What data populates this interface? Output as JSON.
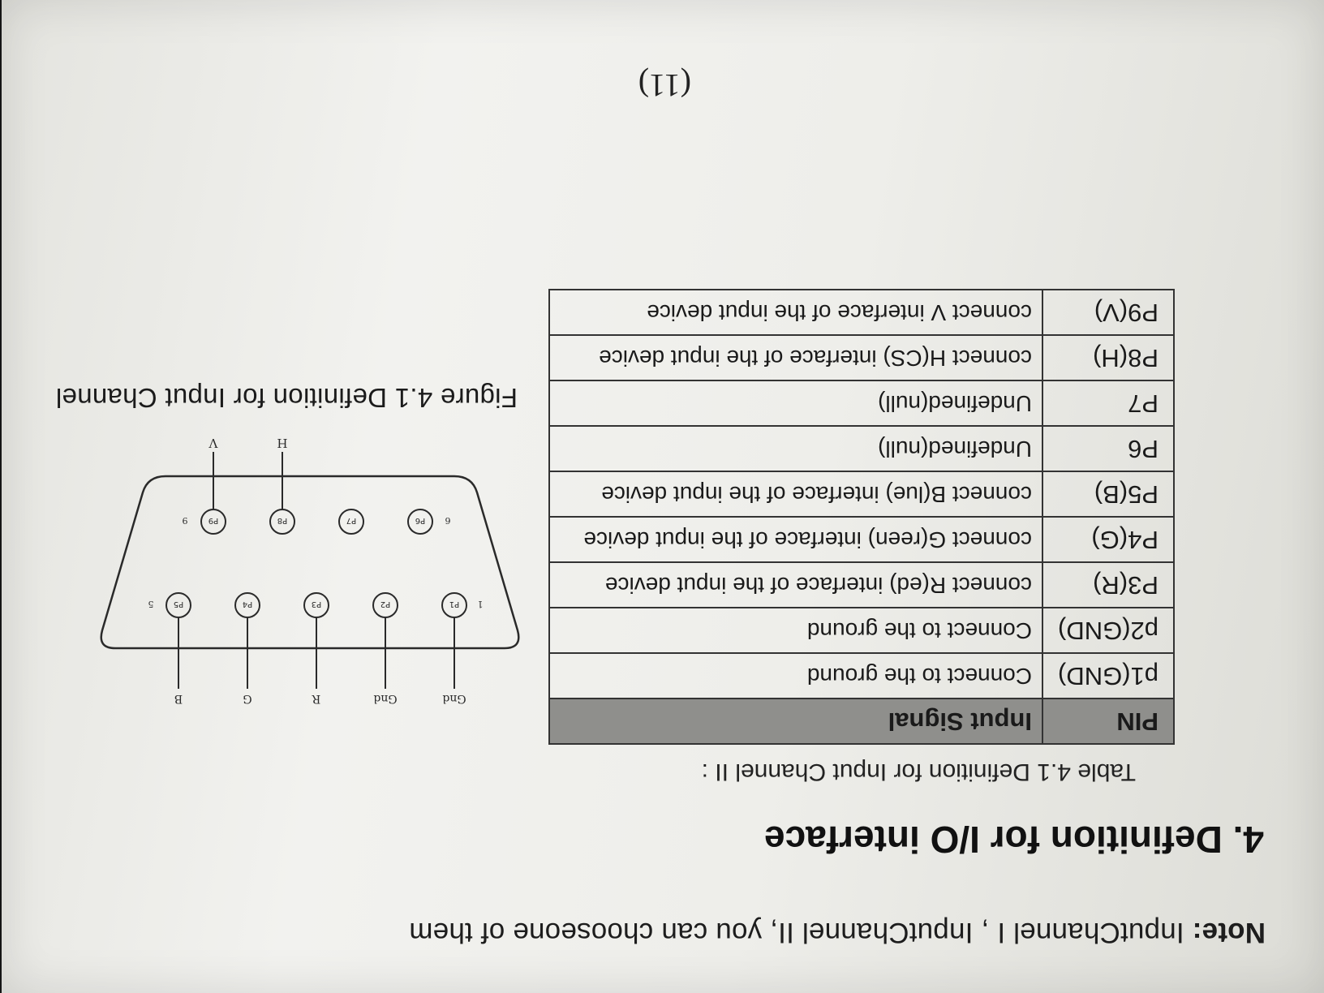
{
  "note": {
    "label": "Note:",
    "text": " InputChannel I , InputChannel II, you can chooseone of them"
  },
  "heading": "4. Definition for I/O interface",
  "table_caption": "Table 4.1 Definition for Input Channel II :",
  "table": {
    "headers": [
      "PIN",
      "Input Signal"
    ],
    "rows": [
      [
        "p1(GND)",
        "Connect to the ground"
      ],
      [
        "p2(GND)",
        "Connect to the ground"
      ],
      [
        "P3(R)",
        "connect R(ed) interface of the input device"
      ],
      [
        "P4(G)",
        "connect G(reen) interface of the input device"
      ],
      [
        "P5(B)",
        "connect B(lue) interface of the input device"
      ],
      [
        "P6",
        "Undefined(null)"
      ],
      [
        "P7",
        "Undefined(null)"
      ],
      [
        "P8(H)",
        "connect H(CS) interface of the input device"
      ],
      [
        "P9(V)",
        "connect V interface of the input device"
      ]
    ]
  },
  "connector": {
    "top_pins": [
      "P1",
      "P2",
      "P3",
      "P4",
      "P5"
    ],
    "bottom_pins": [
      "P6",
      "P7",
      "P8",
      "P9"
    ],
    "corner_labels": {
      "top_left": "1",
      "top_right": "5",
      "bottom_left": "6",
      "bottom_right": "9"
    },
    "top_signals": [
      "Gnd",
      "Gnd",
      "R",
      "G",
      "B"
    ],
    "bottom_signals": [
      "H",
      "V"
    ]
  },
  "figure_caption": "Figure 4.1 Definition for Input Channel",
  "page_number": "(11)"
}
